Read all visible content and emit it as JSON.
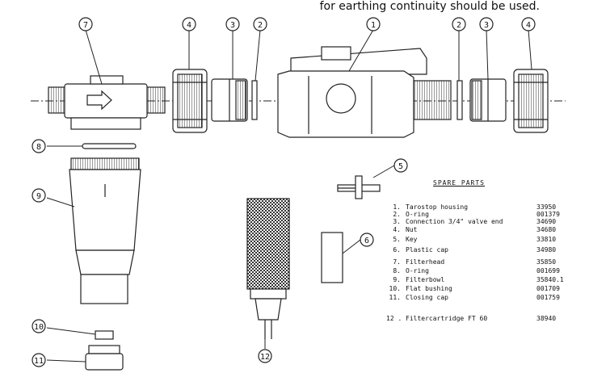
{
  "header": {
    "note": "for earthing continuity should be used."
  },
  "balloons": [
    "1",
    "2",
    "3",
    "4",
    "2",
    "3",
    "4",
    "5",
    "6",
    "7",
    "8",
    "9",
    "10",
    "11",
    "12"
  ],
  "spare_parts": {
    "title": "SPARE PARTS",
    "rows": [
      {
        "num": "1.",
        "name": "Tarostop housing",
        "code": "33950"
      },
      {
        "num": "2.",
        "name": "O-ring",
        "code": "001379"
      },
      {
        "num": "3.",
        "name": "Connection 3/4\" valve end",
        "code": "34690"
      },
      {
        "num": "4.",
        "name": "Nut",
        "code": "34680"
      },
      {
        "num": "5.",
        "name": "Key",
        "code": "33810"
      },
      {
        "num": "6.",
        "name": "Plastic cap",
        "code": "34980"
      },
      {
        "num": "7.",
        "name": "Filterhead",
        "code": "35850"
      },
      {
        "num": "8.",
        "name": "O-ring",
        "code": "001699"
      },
      {
        "num": "9.",
        "name": "Filterbowl",
        "code": "35840.1"
      },
      {
        "num": "10.",
        "name": "Flat bushing",
        "code": "001709"
      },
      {
        "num": "11.",
        "name": "Closing cap",
        "code": "001759"
      },
      {
        "num": "12 .",
        "name": "Filtercartridge FT  60",
        "code": "38940"
      }
    ]
  }
}
